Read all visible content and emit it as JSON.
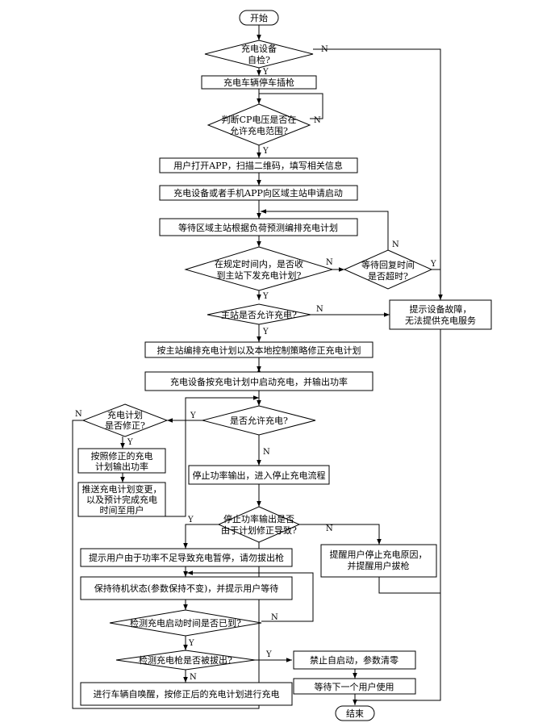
{
  "start": "开始",
  "end": "结束",
  "yes": "Y",
  "no": "N",
  "nodes": {
    "d_selfcheck": [
      "充电设备",
      "自检?"
    ],
    "p_park": "充电车辆停车插枪",
    "d_cp": [
      "判断CP电压是否在",
      "允许充电范围?"
    ],
    "p_app": "用户打开APP，扫描二维码，填写相关信息",
    "p_request": "充电设备或者手机APP向区域主站申请启动",
    "p_wait_plan": "等待区域主站根据负荷预测编排充电计划",
    "d_received": [
      "在规定时间内，是否收",
      "到主站下发充电计划?"
    ],
    "d_timeout": [
      "等待回复时间",
      "是否超时?"
    ],
    "d_allow_master": "主站是否允许充电?",
    "p_fault": [
      "提示设备故障，",
      "无法提供充电服务"
    ],
    "p_modify_plan": "按主站编排充电计划以及本地控制策略修正充电计划",
    "p_start_charge": "充电设备按充电计划中启动充电，并输出功率",
    "d_allow_charge": "是否允许充电?",
    "d_plan_modified": [
      "充电计划",
      "是否修正?"
    ],
    "p_output_modified": [
      "按照修正的充电",
      "计划输出功率"
    ],
    "p_push": [
      "推送充电计划变更，",
      "以及预计完成充电",
      "时间至用户"
    ],
    "p_stop_output": "停止功率输出，进入停止充电流程",
    "d_stop_reason": [
      "停止功率输出是否",
      "由于计划修正导致?"
    ],
    "p_notify_pause": "提示用户由于功率不足导致充电暂停，请勿拔出枪",
    "p_remind_reason": [
      "提醒用户停止充电原因，",
      "并提醒用户拔枪"
    ],
    "p_standby": "保持待机状态(参数保持不变)，并提示用户等待",
    "d_time_arrived": "检测充电启动时间是否已到?",
    "d_gun_removed": "检测充电枪是否被拔出?",
    "p_forbid": "禁止自启动，参数清零",
    "p_next_user": "等待下一个用户使用",
    "p_wake": "进行车辆自唤醒，按修正后的充电计划进行充电"
  }
}
